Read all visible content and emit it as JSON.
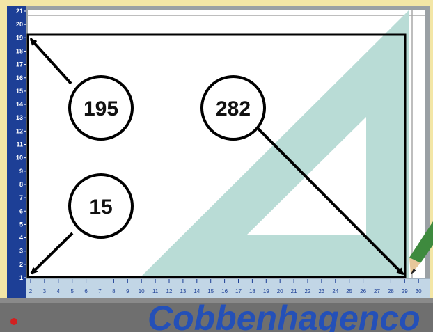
{
  "measurements": [
    {
      "id": "top-left",
      "value": "195"
    },
    {
      "id": "bottom-right",
      "value": "282"
    },
    {
      "id": "bottom-left",
      "value": "15"
    }
  ],
  "ruler_vertical": {
    "ticks": [
      "21",
      "20",
      "19",
      "18",
      "17",
      "16",
      "15",
      "14",
      "13",
      "12",
      "11",
      "10",
      "9",
      "8",
      "7",
      "6",
      "5",
      "4",
      "3",
      "2",
      "1"
    ]
  },
  "ruler_horizontal": {
    "ticks": [
      "2",
      "3",
      "4",
      "5",
      "6",
      "7",
      "8",
      "9",
      "10",
      "11",
      "12",
      "13",
      "14",
      "15",
      "16",
      "17",
      "18",
      "19",
      "20",
      "21",
      "22",
      "23",
      "24",
      "25",
      "26",
      "27",
      "28",
      "29",
      "30"
    ]
  },
  "brand": {
    "text": "Cobbenhagenco"
  },
  "colors": {
    "background": "#f3e6a6",
    "ruler": "#1d3f96",
    "set_square": "#b9dcd6",
    "paper": "#ffffff",
    "brand_text": "#2450b8",
    "footer_bar": "#6f6f6f",
    "bullet": "#d22020"
  }
}
